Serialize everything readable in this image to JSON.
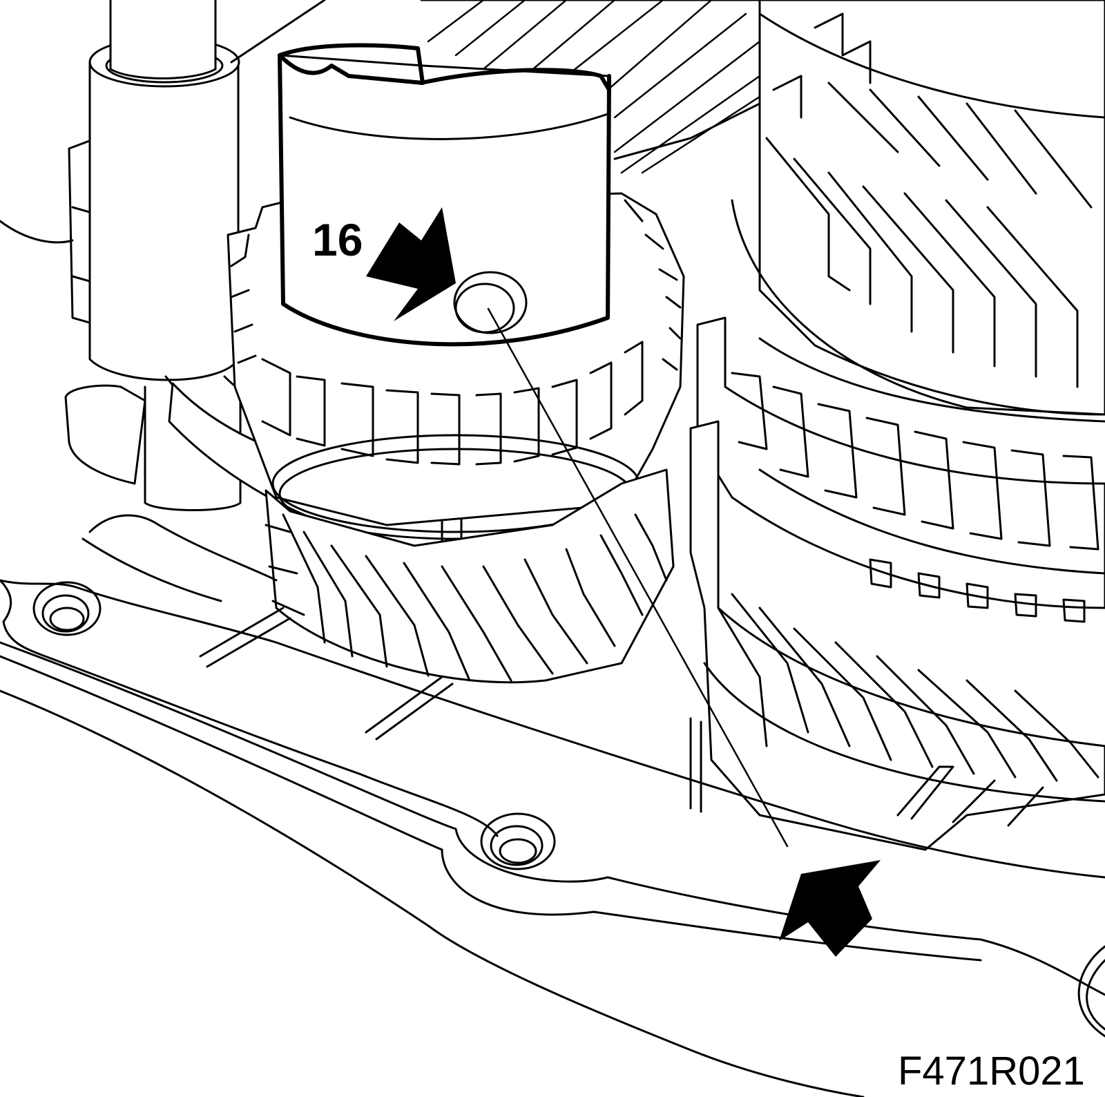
{
  "figure": {
    "callout_label": "16",
    "figure_code": "F471R021"
  },
  "icons": {
    "callout_arrow": "bold-arrow-pointing-down-right",
    "reference_arrow": "bold-arrow-pointing-up-left"
  },
  "colors": {
    "ink": "#000000",
    "paper": "#ffffff"
  }
}
